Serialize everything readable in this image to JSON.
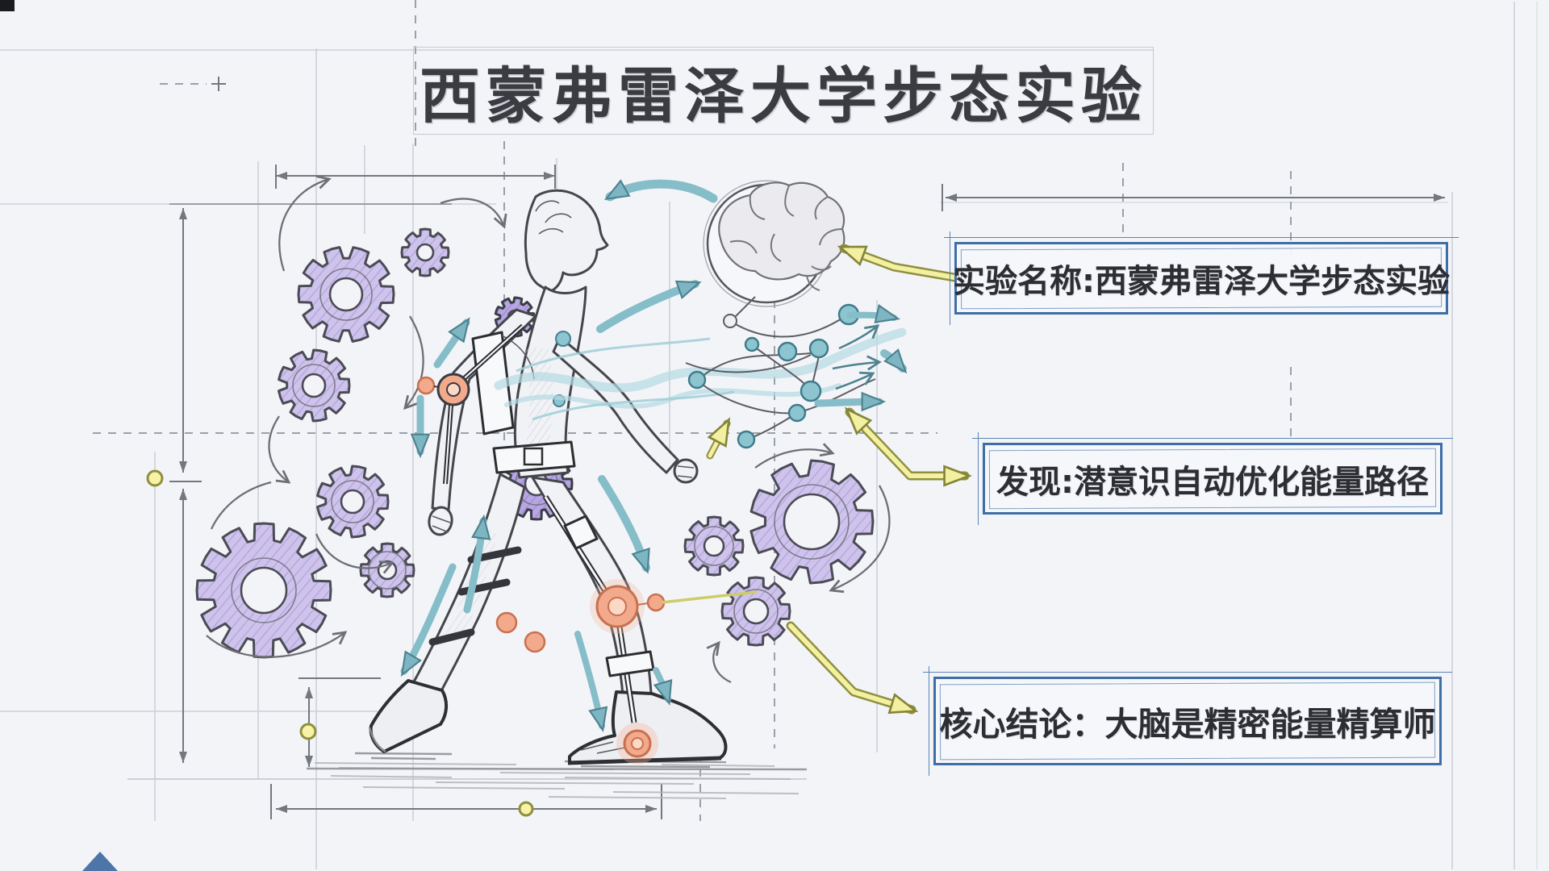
{
  "title": {
    "text": "西蒙弗雷泽大学步态实验"
  },
  "callouts": [
    {
      "id": "experiment-name",
      "label": "实验名称:西蒙弗雷泽大学步态实验"
    },
    {
      "id": "finding",
      "label": "发现:潜意识自动优化能量路径"
    },
    {
      "id": "conclusion",
      "label": "核心结论：大脑是精密能量精算师"
    }
  ],
  "icons": [
    {
      "name": "brain-icon"
    },
    {
      "name": "gear-icon"
    },
    {
      "name": "walking-figure-icon"
    },
    {
      "name": "exoskeleton-icon"
    },
    {
      "name": "flow-arrow-icon"
    },
    {
      "name": "callout-arrow-icon"
    },
    {
      "name": "dimension-line-icon"
    },
    {
      "name": "node-network-icon"
    }
  ],
  "colors": {
    "paper": "#f3f4f8",
    "ink": "#3a3b40",
    "box_blue": "#3e6ea6",
    "gear_purple": "#cec3eb",
    "gear_purple_dark": "#b6a6e2",
    "teal": "#85bdc9",
    "teal_dark": "#4d828f",
    "yellow": "#f3f0a2",
    "olive": "#8f8f3f",
    "orange": "#f2a98c"
  }
}
